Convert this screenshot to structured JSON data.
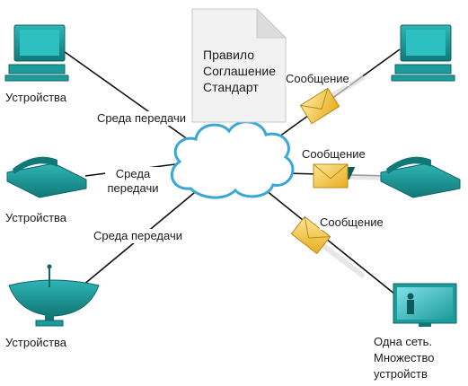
{
  "colors": {
    "device_teal": "#1c9b9b",
    "device_dark": "#116b6b",
    "link": "#111111",
    "cloud_fill": "#ffffff",
    "cloud_stroke": "#3aa7d6",
    "envelope": "#f3c63b",
    "document_fill": "#f2f2f2"
  },
  "left_devices": [
    {
      "icon": "desktop-computer-icon",
      "label": "Устройства"
    },
    {
      "icon": "telephone-icon",
      "label": "Устройства"
    },
    {
      "icon": "satellite-dish-icon",
      "label": "Устройства"
    }
  ],
  "media_labels": {
    "top": "Среда передачи",
    "middle_line1": "Среда",
    "middle_line2": "передачи",
    "bottom": "Среда передачи"
  },
  "document": {
    "icon": "document-icon",
    "lines": [
      "Правило",
      "Соглашение",
      "Стандарт"
    ]
  },
  "right_devices": [
    {
      "icon": "desktop-computer-icon",
      "message": "Сообщение"
    },
    {
      "icon": "telephone-icon",
      "message": "Сообщение"
    },
    {
      "icon": "tv-screen-icon",
      "message": "Сообщение"
    }
  ],
  "bottom_right_caption": [
    "Одна сеть.",
    "Множество",
    "устройств"
  ]
}
